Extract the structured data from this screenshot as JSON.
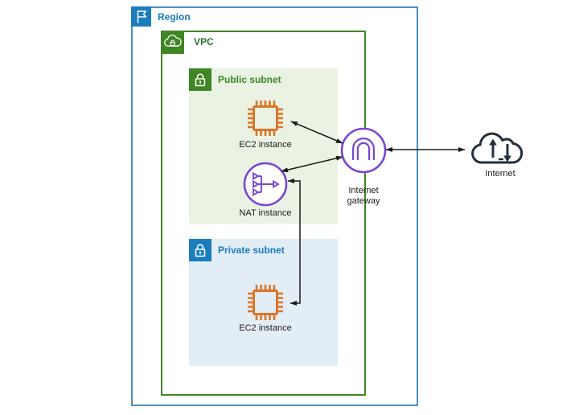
{
  "region": {
    "label": "Region"
  },
  "vpc": {
    "label": "VPC"
  },
  "public_subnet": {
    "label": "Public subnet"
  },
  "private_subnet": {
    "label": "Private subnet"
  },
  "nodes": {
    "ec2_public": {
      "label": "EC2 instance"
    },
    "nat_instance": {
      "label": "NAT instance"
    },
    "ec2_private": {
      "label": "EC2 instance"
    },
    "internet_gateway": {
      "label_line1": "Internet",
      "label_line2": "gateway"
    },
    "internet": {
      "label": "Internet"
    }
  },
  "colors": {
    "region_border": "#4a8fc2",
    "region_label": "#147eba",
    "vpc_green": "#3f8624",
    "public_subnet_bg": "#e9f2e3",
    "private_subnet_bg": "#e3edf6",
    "private_blue": "#1b7dbc",
    "ec2_orange": "#db7628",
    "network_purple": "#7747d1",
    "internet_dark": "#232f3e",
    "arrow_black": "#1a1a1a"
  }
}
